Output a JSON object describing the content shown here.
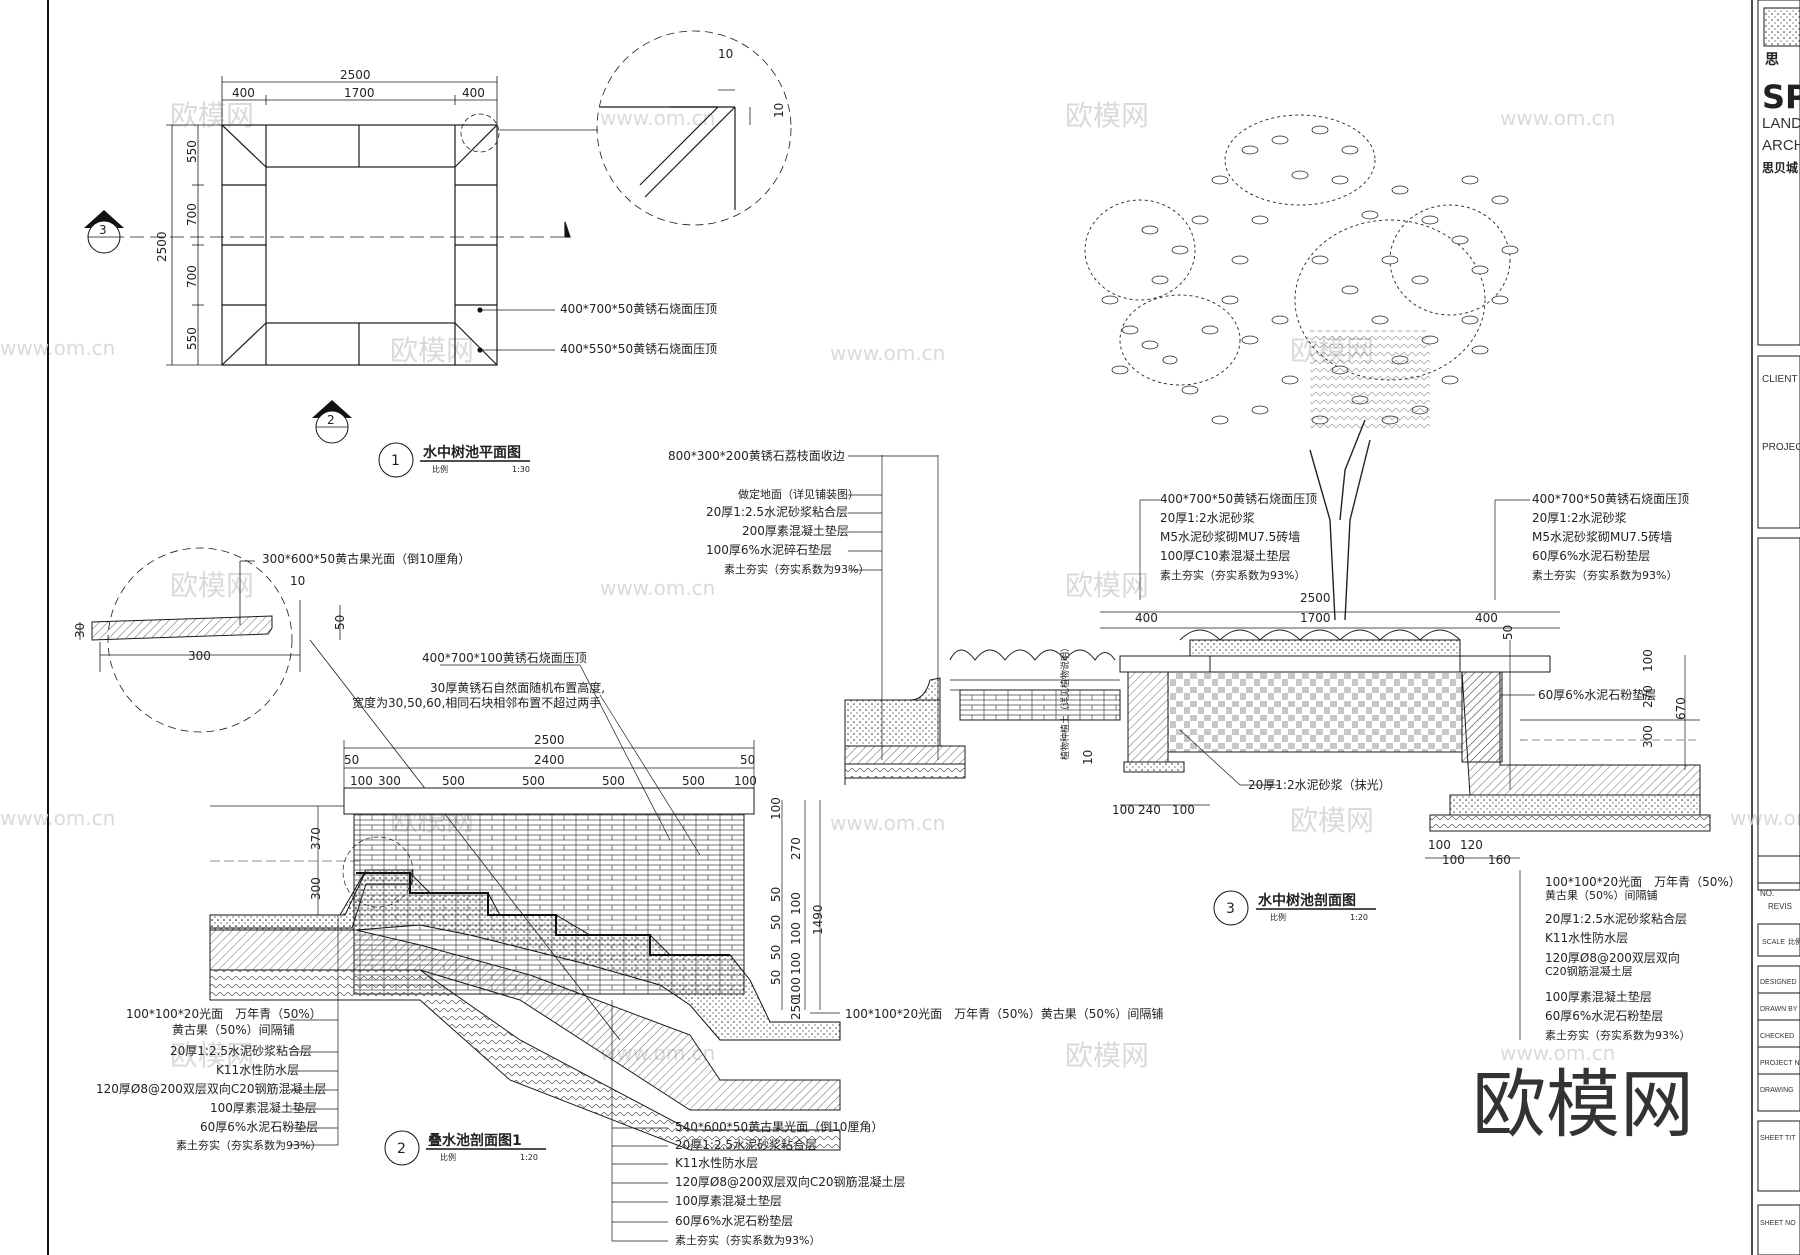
{
  "plan": {
    "title": "水中树池平面图",
    "scale_label": "比例",
    "scale": "1:30",
    "number": "1",
    "dims": {
      "overall": "2500",
      "edge": "400",
      "mid": "1700",
      "v_550": "550",
      "v_700": "700",
      "v_total": "2500"
    },
    "notes": [
      "400*700*50黄锈石烧面压顶",
      "400*550*50黄锈石烧面压顶"
    ],
    "section_marks": [
      "3",
      "2"
    ]
  },
  "detail_corner": {
    "d1": "10",
    "d2": "10"
  },
  "detail_coping": {
    "note": "300*600*50黄古果光面（倒10厘角）",
    "w": "300",
    "h": "30",
    "d10": "10",
    "d50": "50"
  },
  "section2": {
    "title": "叠水池剖面图1",
    "scale_label": "比例",
    "scale": "1:20",
    "number": "2",
    "top_notes": [
      "400*700*100黄锈石烧面压顶",
      "30厚黄锈石自然面随机布置高度,",
      "宽度为30,50,60,相同石块相邻布置不超过两手"
    ],
    "dims_top": [
      "2500",
      "2400",
      "50",
      "50",
      "100",
      "300",
      "500",
      "500",
      "500",
      "500",
      "100"
    ],
    "dims_left": [
      "370",
      "300"
    ],
    "dims_right": [
      "100",
      "270",
      "50",
      "50",
      "100",
      "100",
      "50",
      "50",
      "100",
      "100",
      "250",
      "1490"
    ],
    "left_notes": [
      "100*100*20光面　万年青（50%）",
      "黄古果（50%）间隔铺",
      "20厚1:2.5水泥砂浆粘合层",
      "K11水性防水层",
      "120厚Ø8@200双层双向C20钢筋混凝土层",
      "100厚素混凝土垫层",
      "60厚6%水泥石粉垫层",
      "素土夯实（夯实系数为93%）"
    ],
    "right_note": "100*100*20光面　万年青（50%）黄古果（50%）间隔铺",
    "bottom_notes": [
      "540*600*50黄古果光面（倒10厘角）",
      "20厚1:2.5水泥砂浆粘合层",
      "K11水性防水层",
      "120厚Ø8@200双层双向C20钢筋混凝土层",
      "100厚素混凝土垫层",
      "60厚6%水泥石粉垫层",
      "素土夯实（夯实系数为93%）"
    ]
  },
  "edge_detail": {
    "notes": [
      "800*300*200黄锈石荔枝面收边",
      "做定地面（详见铺装图）",
      "20厚1:2.5水泥砂浆粘合层",
      "200厚素混凝土垫层",
      "100厚6%水泥碎石垫层",
      "素土夯实（夯实系数为93%）"
    ]
  },
  "section3": {
    "title": "水中树池剖面图",
    "scale_label": "比例",
    "scale": "1:20",
    "number": "3",
    "left_notes": [
      "400*700*50黄锈石烧面压顶",
      "20厚1:2水泥砂浆",
      "M5水泥砂浆砌MU7.5砖墙",
      "100厚C10素混凝土垫层",
      "素土夯实（夯实系数为93%）"
    ],
    "right_notes": [
      "400*700*50黄锈石烧面压顶",
      "20厚1:2水泥砂浆",
      "M5水泥砂浆砌MU7.5砖墙",
      "60厚6%水泥石粉垫层",
      "素土夯实（夯实系数为93%）"
    ],
    "dims_top": [
      "2500",
      "400",
      "1700",
      "400",
      "50"
    ],
    "dims_right": [
      "100",
      "270",
      "670",
      "300"
    ],
    "dims_bottom": [
      "100",
      "240",
      "100"
    ],
    "dims_bottom2": [
      "100",
      "120",
      "100",
      "160"
    ],
    "mid_notes": [
      "60厚6%水泥石粉垫层",
      "20厚1:2水泥砂浆（抹光）"
    ],
    "vertical_note": "植物种植土（详见植物说明）",
    "dim_10": "10",
    "bottom_notes": [
      "100*100*20光面　万年青（50%）",
      "黄古果（50%）间隔铺",
      "20厚1:2.5水泥砂浆粘合层",
      "K11水性防水层",
      "120厚Ø8@200双层双向",
      "C20钢筋混凝土层",
      "100厚素混凝土垫层",
      "60厚6%水泥石粉垫层",
      "素土夯实（夯实系数为93%）"
    ]
  },
  "title_block": {
    "logo_text": "SP",
    "company_en1": "LAND",
    "company_en2": "ARCH",
    "company_cn": "思贝城",
    "client": "CLIENT",
    "project": "PROJEC",
    "no": "NO.",
    "revision": "REVIS",
    "scale": "SCALE",
    "scale_val": "比例",
    "designed": "DESIGNED",
    "drawn": "DRAWN BY",
    "checked": "CHECKED",
    "project_no": "PROJECT N",
    "drawing_no": "DRAWING",
    "sheet_title": "SHEET TIT",
    "sheet_no": "SHEET NO",
    "top_mark": "思"
  },
  "watermarks": {
    "brand_cn": "欧模网",
    "url": "www.om.cn"
  },
  "colors": {
    "line": "#1a1a1a",
    "watermark": "#d6d6d6",
    "big_watermark": "#333333"
  }
}
